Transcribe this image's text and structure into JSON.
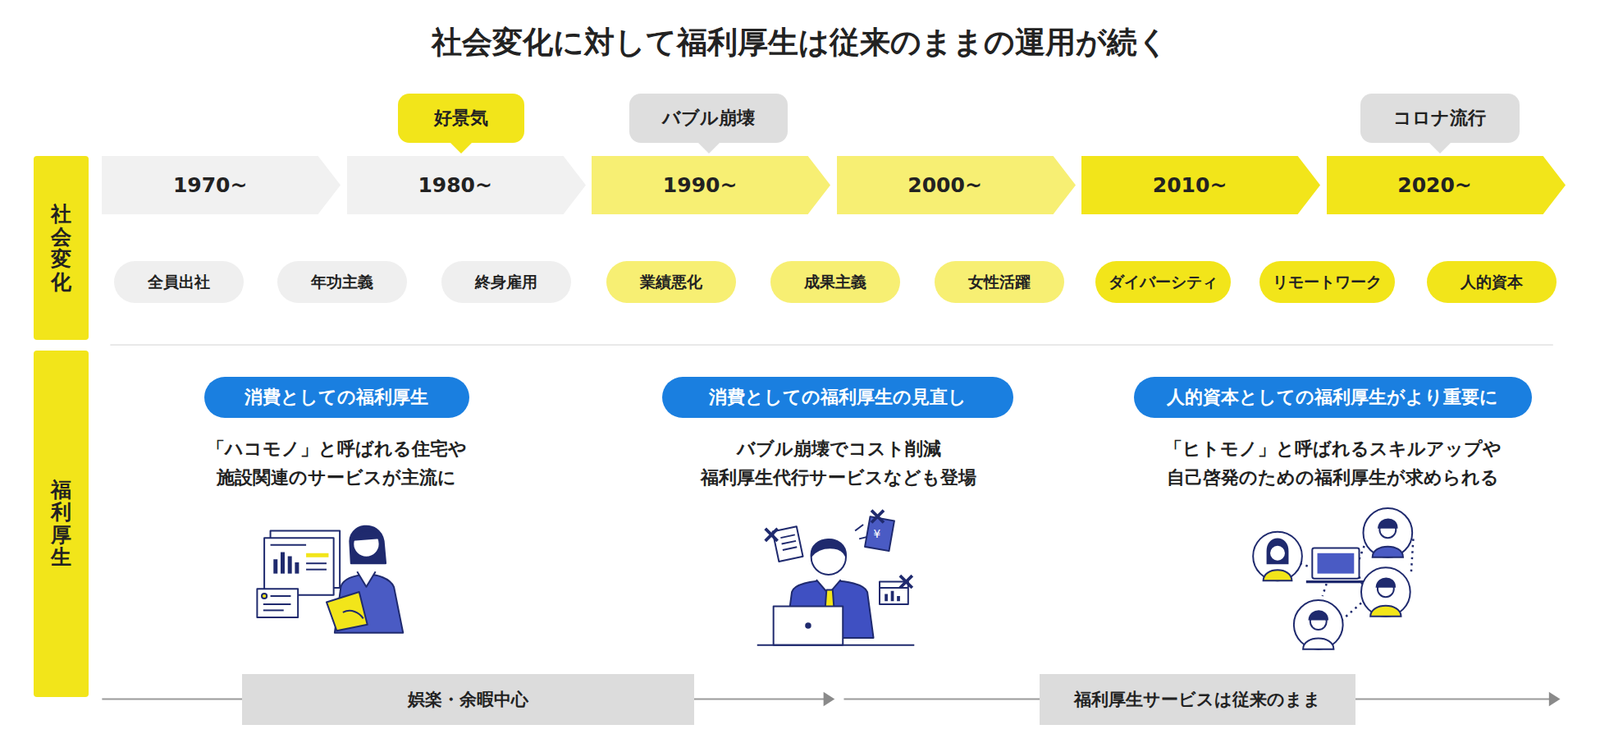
{
  "diagram": {
    "title": "社会変化に対して福利厚生は従来のままの運用が続く",
    "nodes": [
      {
        "text": [
          "社会変化"
        ]
      },
      {
        "text": [
          "好景気"
        ]
      },
      {
        "text": [
          "バブル崩壊"
        ]
      },
      {
        "text": [
          "コロナ流行"
        ]
      },
      {
        "text": [
          "1970~"
        ]
      },
      {
        "text": [
          "1980~"
        ]
      },
      {
        "text": [
          "1990~"
        ]
      },
      {
        "text": [
          "2000~"
        ]
      },
      {
        "text": [
          "2010~"
        ]
      },
      {
        "text": [
          "2020~"
        ]
      },
      {
        "text": [
          "全員出社"
        ]
      },
      {
        "text": [
          "年功主義"
        ]
      },
      {
        "text": [
          "終身雇用"
        ]
      },
      {
        "text": [
          "業績悪化"
        ]
      },
      {
        "text": [
          "成果主義"
        ]
      },
      {
        "text": [
          "女性活躍"
        ]
      },
      {
        "text": [
          "ダイバーシティ"
        ]
      },
      {
        "text": [
          "リモートワーク"
        ]
      },
      {
        "text": [
          "人的資本"
        ]
      },
      {
        "text": [
          "福利厚生"
        ]
      },
      {
        "text": [
          "消費としての福利厚生"
        ]
      },
      {
        "text": [
          "消費としての福利厚生の見直し"
        ]
      },
      {
        "text": [
          "人的資本としての福利厚生がより重要に"
        ]
      },
      {
        "text": [
          "娯楽・余暇中心"
        ]
      },
      {
        "text": [
          "福利厚生サービスは従来のまま"
        ]
      }
    ],
    "labels": [
      "「ハコモノ」と呼ばれる住宅や 施設関連のサービスが主流に",
      "バブル崩壊でコスト削減 福利厚生代行サービスなども登場",
      "「ヒトモノ」と呼ばれるスキルアップや 自己啓発のための福利厚生が求められる"
    ]
  }
}
